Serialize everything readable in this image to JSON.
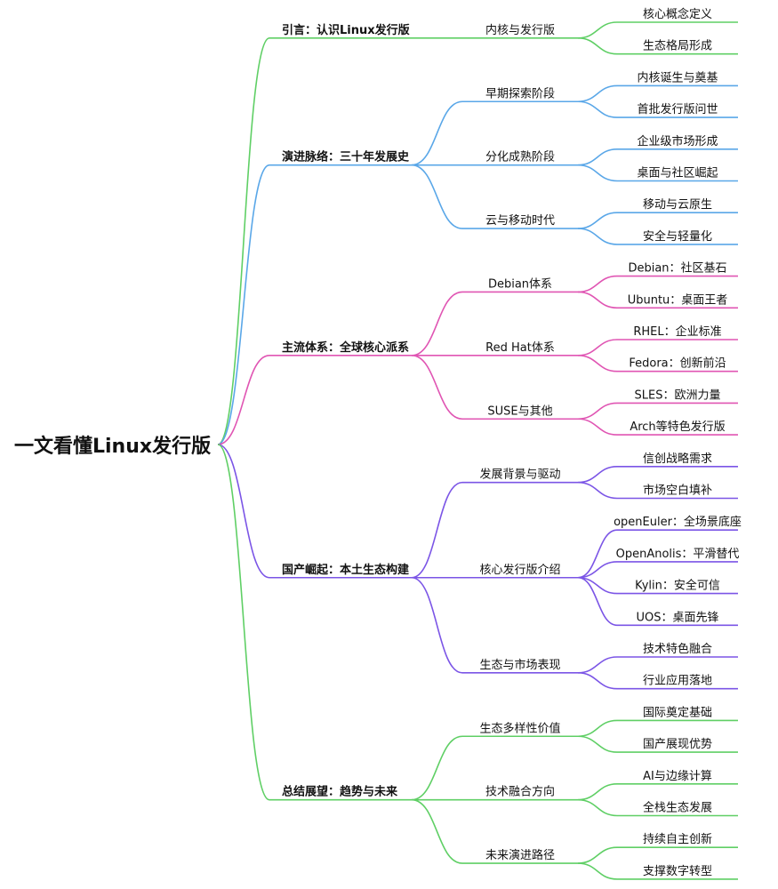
{
  "root": {
    "label": "一文看懂Linux发行版"
  },
  "branches": [
    {
      "label": "引言：认识Linux发行版",
      "color": "#5fcf65",
      "children": [
        {
          "label": "内核与发行版",
          "children": [
            "核心概念定义",
            "生态格局形成"
          ]
        }
      ]
    },
    {
      "label": "演进脉络：三十年发展史",
      "color": "#5aa7e8",
      "children": [
        {
          "label": "早期探索阶段",
          "children": [
            "内核诞生与奠基",
            "首批发行版问世"
          ]
        },
        {
          "label": "分化成熟阶段",
          "children": [
            "企业级市场形成",
            "桌面与社区崛起"
          ]
        },
        {
          "label": "云与移动时代",
          "children": [
            "移动与云原生",
            "安全与轻量化"
          ]
        }
      ]
    },
    {
      "label": "主流体系：全球核心派系",
      "color": "#e055b3",
      "children": [
        {
          "label": "Debian体系",
          "children": [
            "Debian：社区基石",
            "Ubuntu：桌面王者"
          ]
        },
        {
          "label": "Red Hat体系",
          "children": [
            "RHEL：企业标准",
            "Fedora：创新前沿"
          ]
        },
        {
          "label": "SUSE与其他",
          "children": [
            "SLES：欧洲力量",
            "Arch等特色发行版"
          ]
        }
      ]
    },
    {
      "label": "国产崛起：本土生态构建",
      "color": "#7b55e6",
      "children": [
        {
          "label": "发展背景与驱动",
          "children": [
            "信创战略需求",
            "市场空白填补"
          ]
        },
        {
          "label": "核心发行版介绍",
          "children": [
            "openEuler：全场景底座",
            "OpenAnolis：平滑替代",
            "Kylin：安全可信",
            "UOS：桌面先锋"
          ]
        },
        {
          "label": "生态与市场表现",
          "children": [
            "技术特色融合",
            "行业应用落地"
          ]
        }
      ]
    },
    {
      "label": "总结展望：趋势与未来",
      "color": "#5fcf65",
      "children": [
        {
          "label": "生态多样性价值",
          "children": [
            "国际奠定基础",
            "国产展现优势"
          ]
        },
        {
          "label": "技术融合方向",
          "children": [
            "AI与边缘计算",
            "全栈生态发展"
          ]
        },
        {
          "label": "未来演进路径",
          "children": [
            "持续自主创新",
            "支撑数字转型"
          ]
        }
      ]
    }
  ]
}
